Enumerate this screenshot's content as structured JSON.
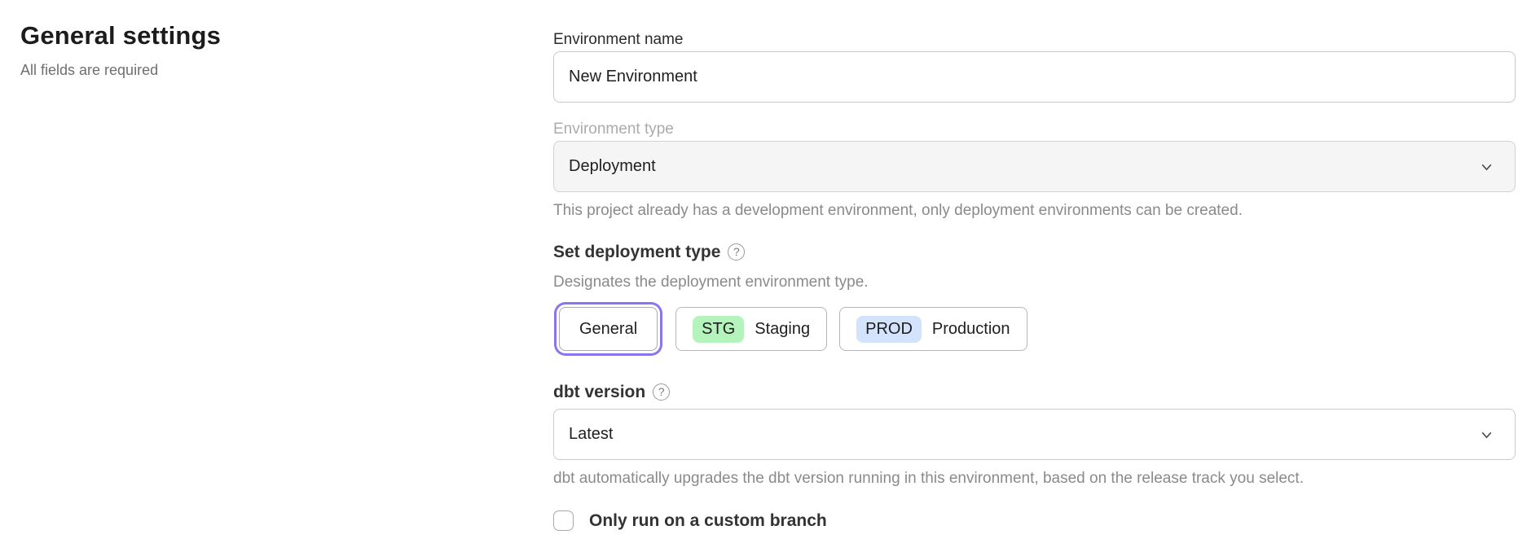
{
  "page": {
    "title": "General settings",
    "subtitle": "All fields are required"
  },
  "form": {
    "environment_name": {
      "label": "Environment name",
      "value": "New Environment"
    },
    "environment_type": {
      "label": "Environment type",
      "value": "Deployment",
      "disabled": true,
      "helper": "This project already has a development environment, only deployment environments can be created."
    },
    "deployment_type": {
      "label": "Set deployment type",
      "helper": "Designates the deployment environment type.",
      "options": [
        {
          "label": "General",
          "selected": true
        },
        {
          "badge": "STG",
          "label": "Staging"
        },
        {
          "badge": "PROD",
          "label": "Production"
        }
      ]
    },
    "dbt_version": {
      "label": "dbt version",
      "value": "Latest",
      "helper": "dbt automatically upgrades the dbt version running in this environment, based on the release track you select."
    },
    "custom_branch": {
      "label": "Only run on a custom branch",
      "checked": false
    }
  },
  "icons": {
    "help": "?"
  },
  "colors": {
    "selected_ring": "#8a74f0",
    "staging_badge": "#b4f3bc",
    "production_badge": "#d2e3fb"
  }
}
